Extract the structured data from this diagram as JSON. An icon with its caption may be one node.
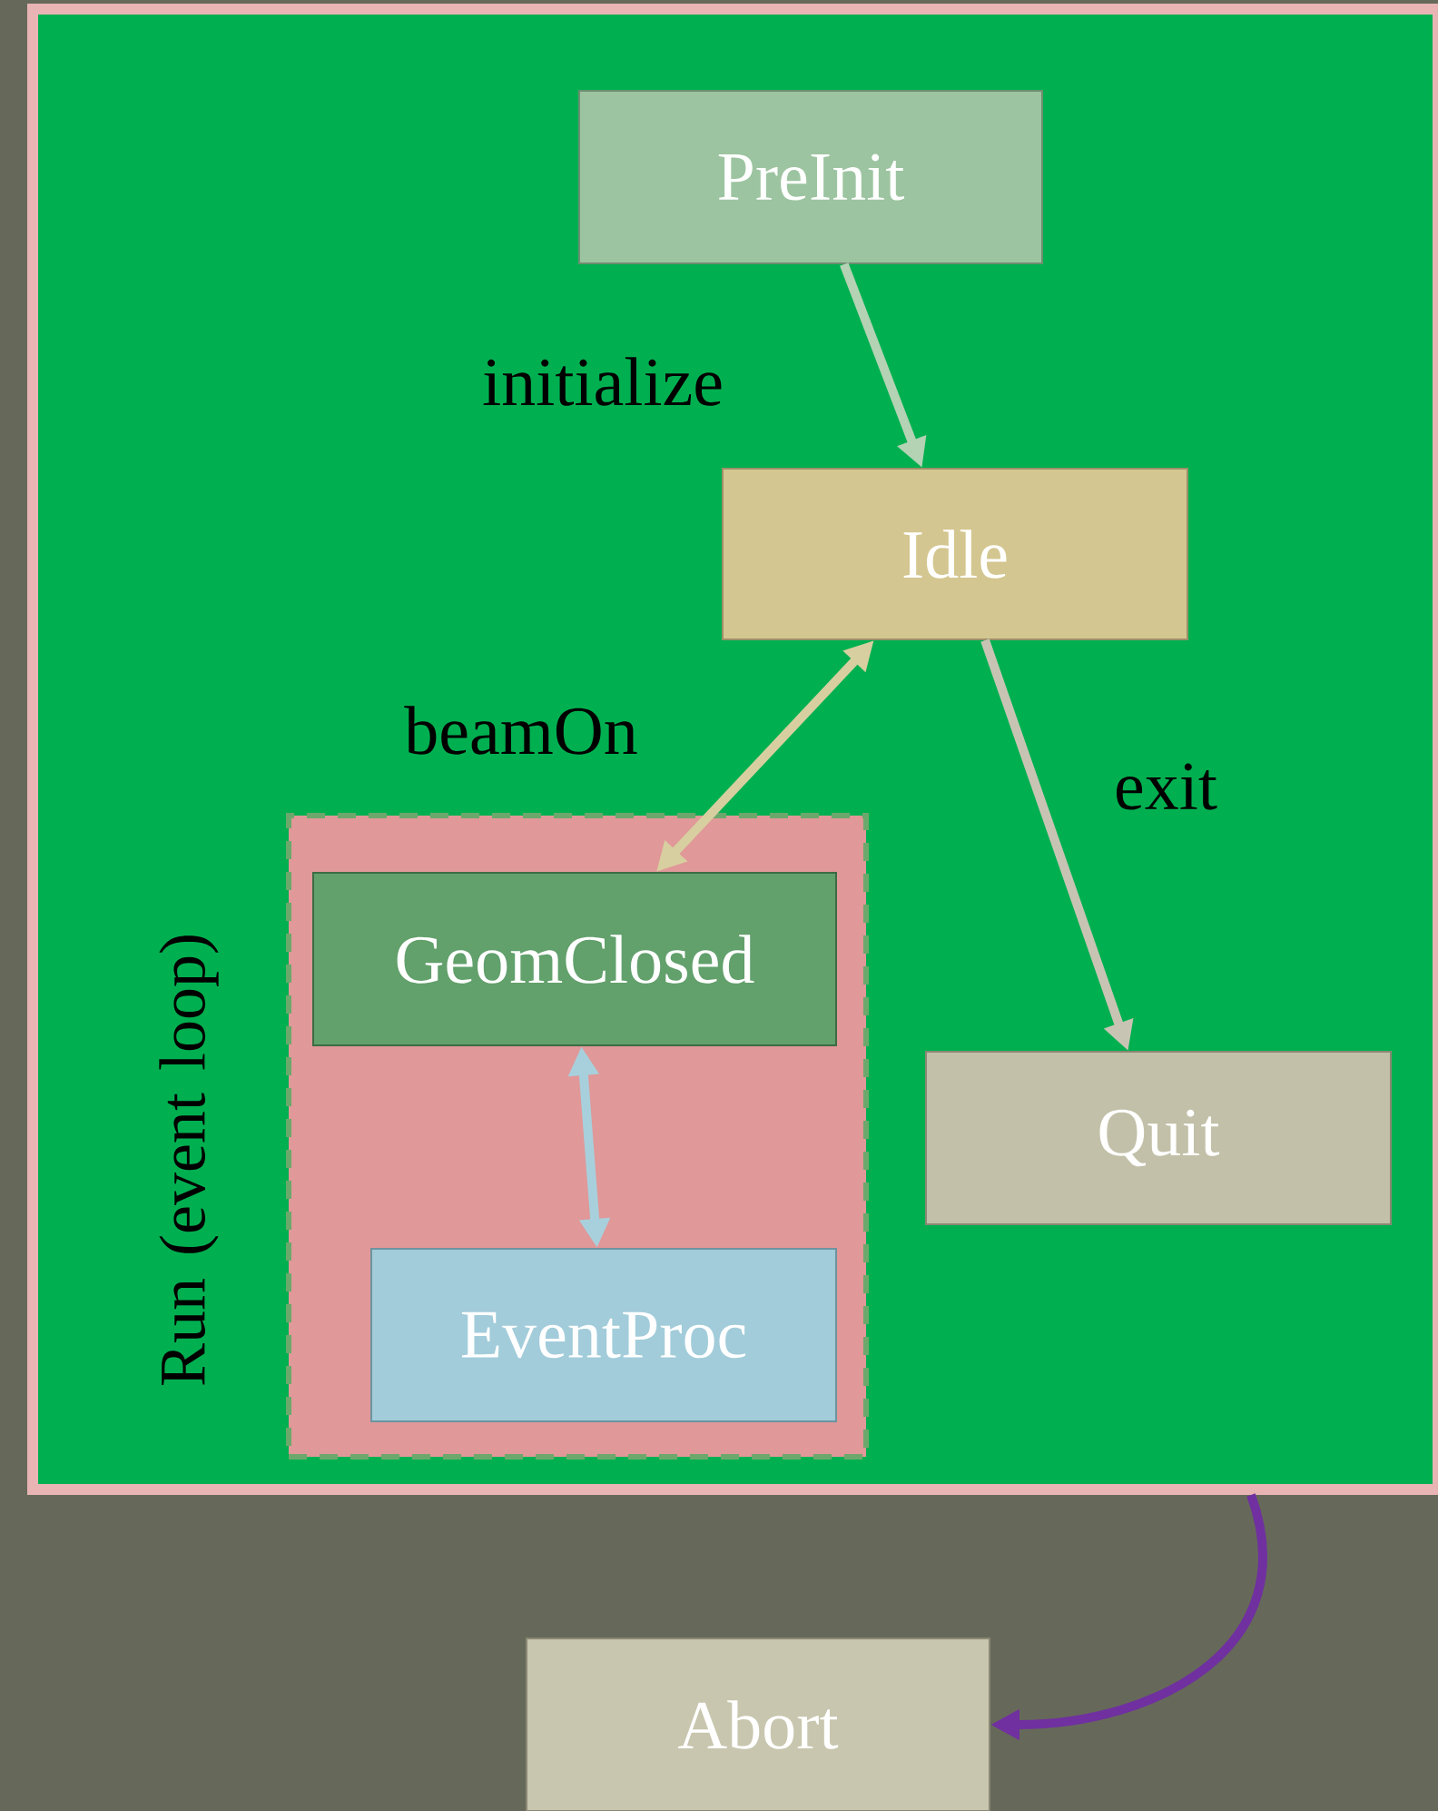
{
  "diagram": {
    "nodes": [
      {
        "text": [],
        "shape": "box"
      },
      {
        "text": [
          "PreInit"
        ],
        "in": 0
      },
      {
        "text": [
          "Idle"
        ],
        "in": 0
      },
      {
        "text": [
          "Run (event loop)"
        ],
        "in": 0
      },
      {
        "text": [
          "GeomClosed"
        ],
        "in": 3
      },
      {
        "text": [
          "EventProc"
        ],
        "in": 3
      },
      {
        "text": [
          "Quit"
        ],
        "in": 0
      },
      {
        "text": [
          "Abort"
        ]
      }
    ],
    "edges": [
      {
        "from": 1,
        "to": 2,
        "arrow": "to",
        "label": "initialize",
        "color": "#b4d2b4"
      },
      {
        "from": 2,
        "to": 4,
        "arrow": "both",
        "label": "beamOn",
        "color": "#d8cfa0"
      },
      {
        "from": 2,
        "to": 6,
        "arrow": "to",
        "label": "exit",
        "color": "#c8c4b4"
      },
      {
        "from": 4,
        "to": 5,
        "arrow": "both",
        "color": "#a8d0dc"
      },
      {
        "from": 0,
        "to": 7,
        "arrow": "to",
        "color": "#7030a0"
      }
    ]
  }
}
